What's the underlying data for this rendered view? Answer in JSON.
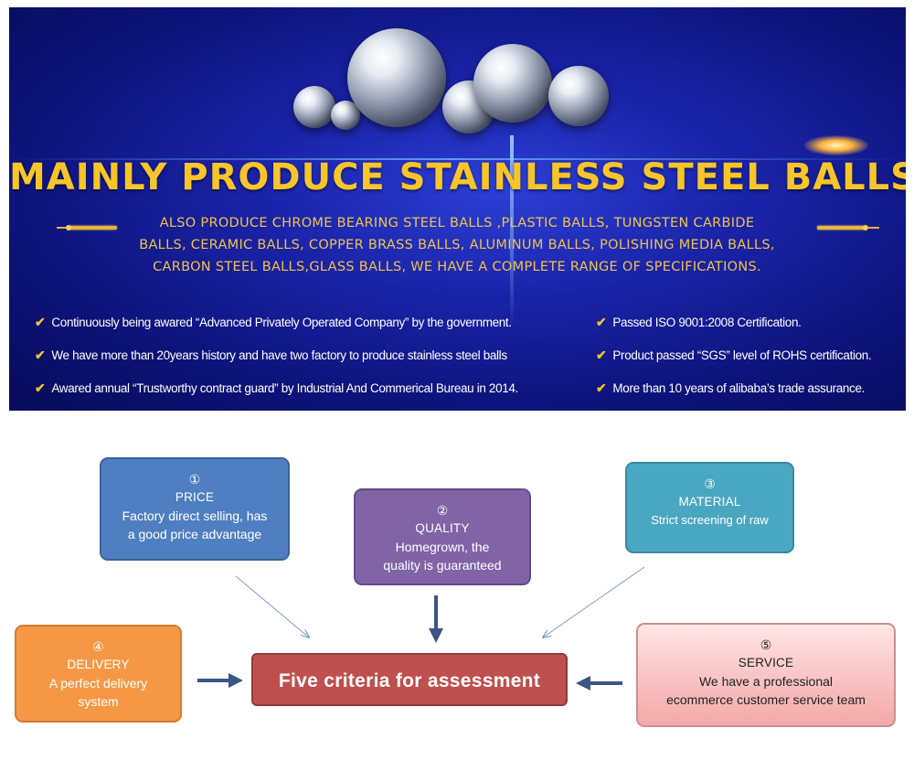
{
  "banner": {
    "title": "MAINLY PRODUCE STAINLESS STEEL BALLS",
    "subtitle": "ALSO PRODUCE CHROME BEARING STEEL BALLS ,PLASTIC BALLS, TUNGSTEN CARBIDE BALLS, CERAMIC BALLS, COPPER BRASS BALLS, ALUMINUM BALLS, POLISHING MEDIA BALLS, CARBON STEEL BALLS,GLASS BALLS, WE HAVE A COMPLETE RANGE OF SPECIFICATIONS.",
    "features_left": [
      "Continuously being awared “Advanced Privately Operated Company” by the government.",
      "We have more than 20years history and have two factory to produce stainless steel balls",
      "Awared annual “Trustworthy contract guard” by Industrial And Commerical Bureau in 2014."
    ],
    "features_right": [
      "Passed ISO 9001:2008 Certification.",
      "Product passed “SGS” level of ROHS certification.",
      "More than 10 years of alibaba’s trade assurance."
    ],
    "check_icon": "✔",
    "colors": {
      "title": "#f6c52a",
      "background": "#1a23a8"
    }
  },
  "diagram": {
    "center": "Five criteria for assessment",
    "criteria": {
      "price": {
        "num": "①",
        "title": "PRICE",
        "desc": "Factory direct selling, has a good price advantage"
      },
      "quality": {
        "num": "②",
        "title": "QUALITY",
        "desc": "Homegrown, the quality is guaranteed"
      },
      "material": {
        "num": "③",
        "title": "MATERIAL",
        "desc": "Strict screening of raw"
      },
      "delivery": {
        "num": "④",
        "title": "DELIVERY",
        "desc": "A perfect delivery system"
      },
      "service": {
        "num": "⑤",
        "title": "SERVICE",
        "desc": "We have a professional ecommerce customer service team"
      }
    },
    "colors": {
      "price": "#4f7fc0",
      "quality": "#8064a6",
      "material": "#4aa7c1",
      "delivery": "#f59846",
      "service": "#f8c0c0",
      "center": "#c0504d"
    }
  }
}
